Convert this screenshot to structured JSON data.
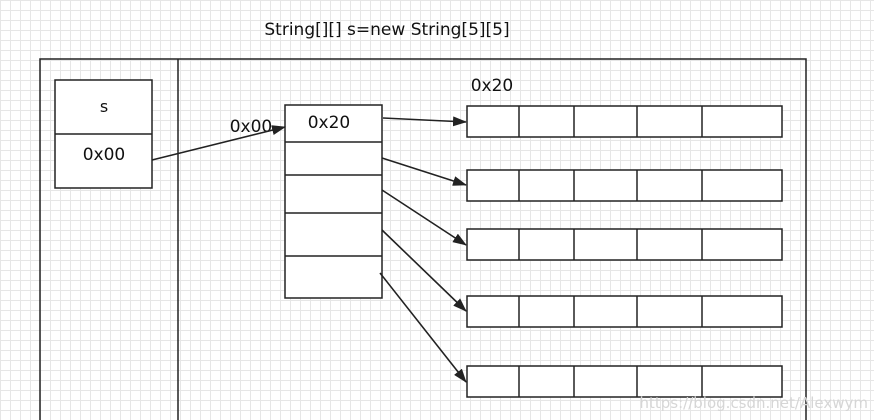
{
  "title": "String[][] s=new String[5][5]",
  "stack": {
    "var_name": "s",
    "var_value": "0x00"
  },
  "heap": {
    "outer_array": {
      "address": "0x00",
      "slots": [
        "0x20",
        "",
        "",
        "",
        ""
      ]
    },
    "inner_array_address": "0x20",
    "inner_arrays": [
      {
        "cells": [
          "",
          "",
          "",
          "",
          ""
        ]
      },
      {
        "cells": [
          "",
          "",
          "",
          "",
          ""
        ]
      },
      {
        "cells": [
          "",
          "",
          "",
          "",
          ""
        ]
      },
      {
        "cells": [
          "",
          "",
          "",
          "",
          ""
        ]
      },
      {
        "cells": [
          "",
          "",
          "",
          "",
          ""
        ]
      }
    ]
  },
  "watermark": "https://blog.csdn.net/Alexwym",
  "colors": {
    "stroke": "#222222",
    "grid": "#e6e6e6",
    "watermark": "#d6d6d6"
  }
}
